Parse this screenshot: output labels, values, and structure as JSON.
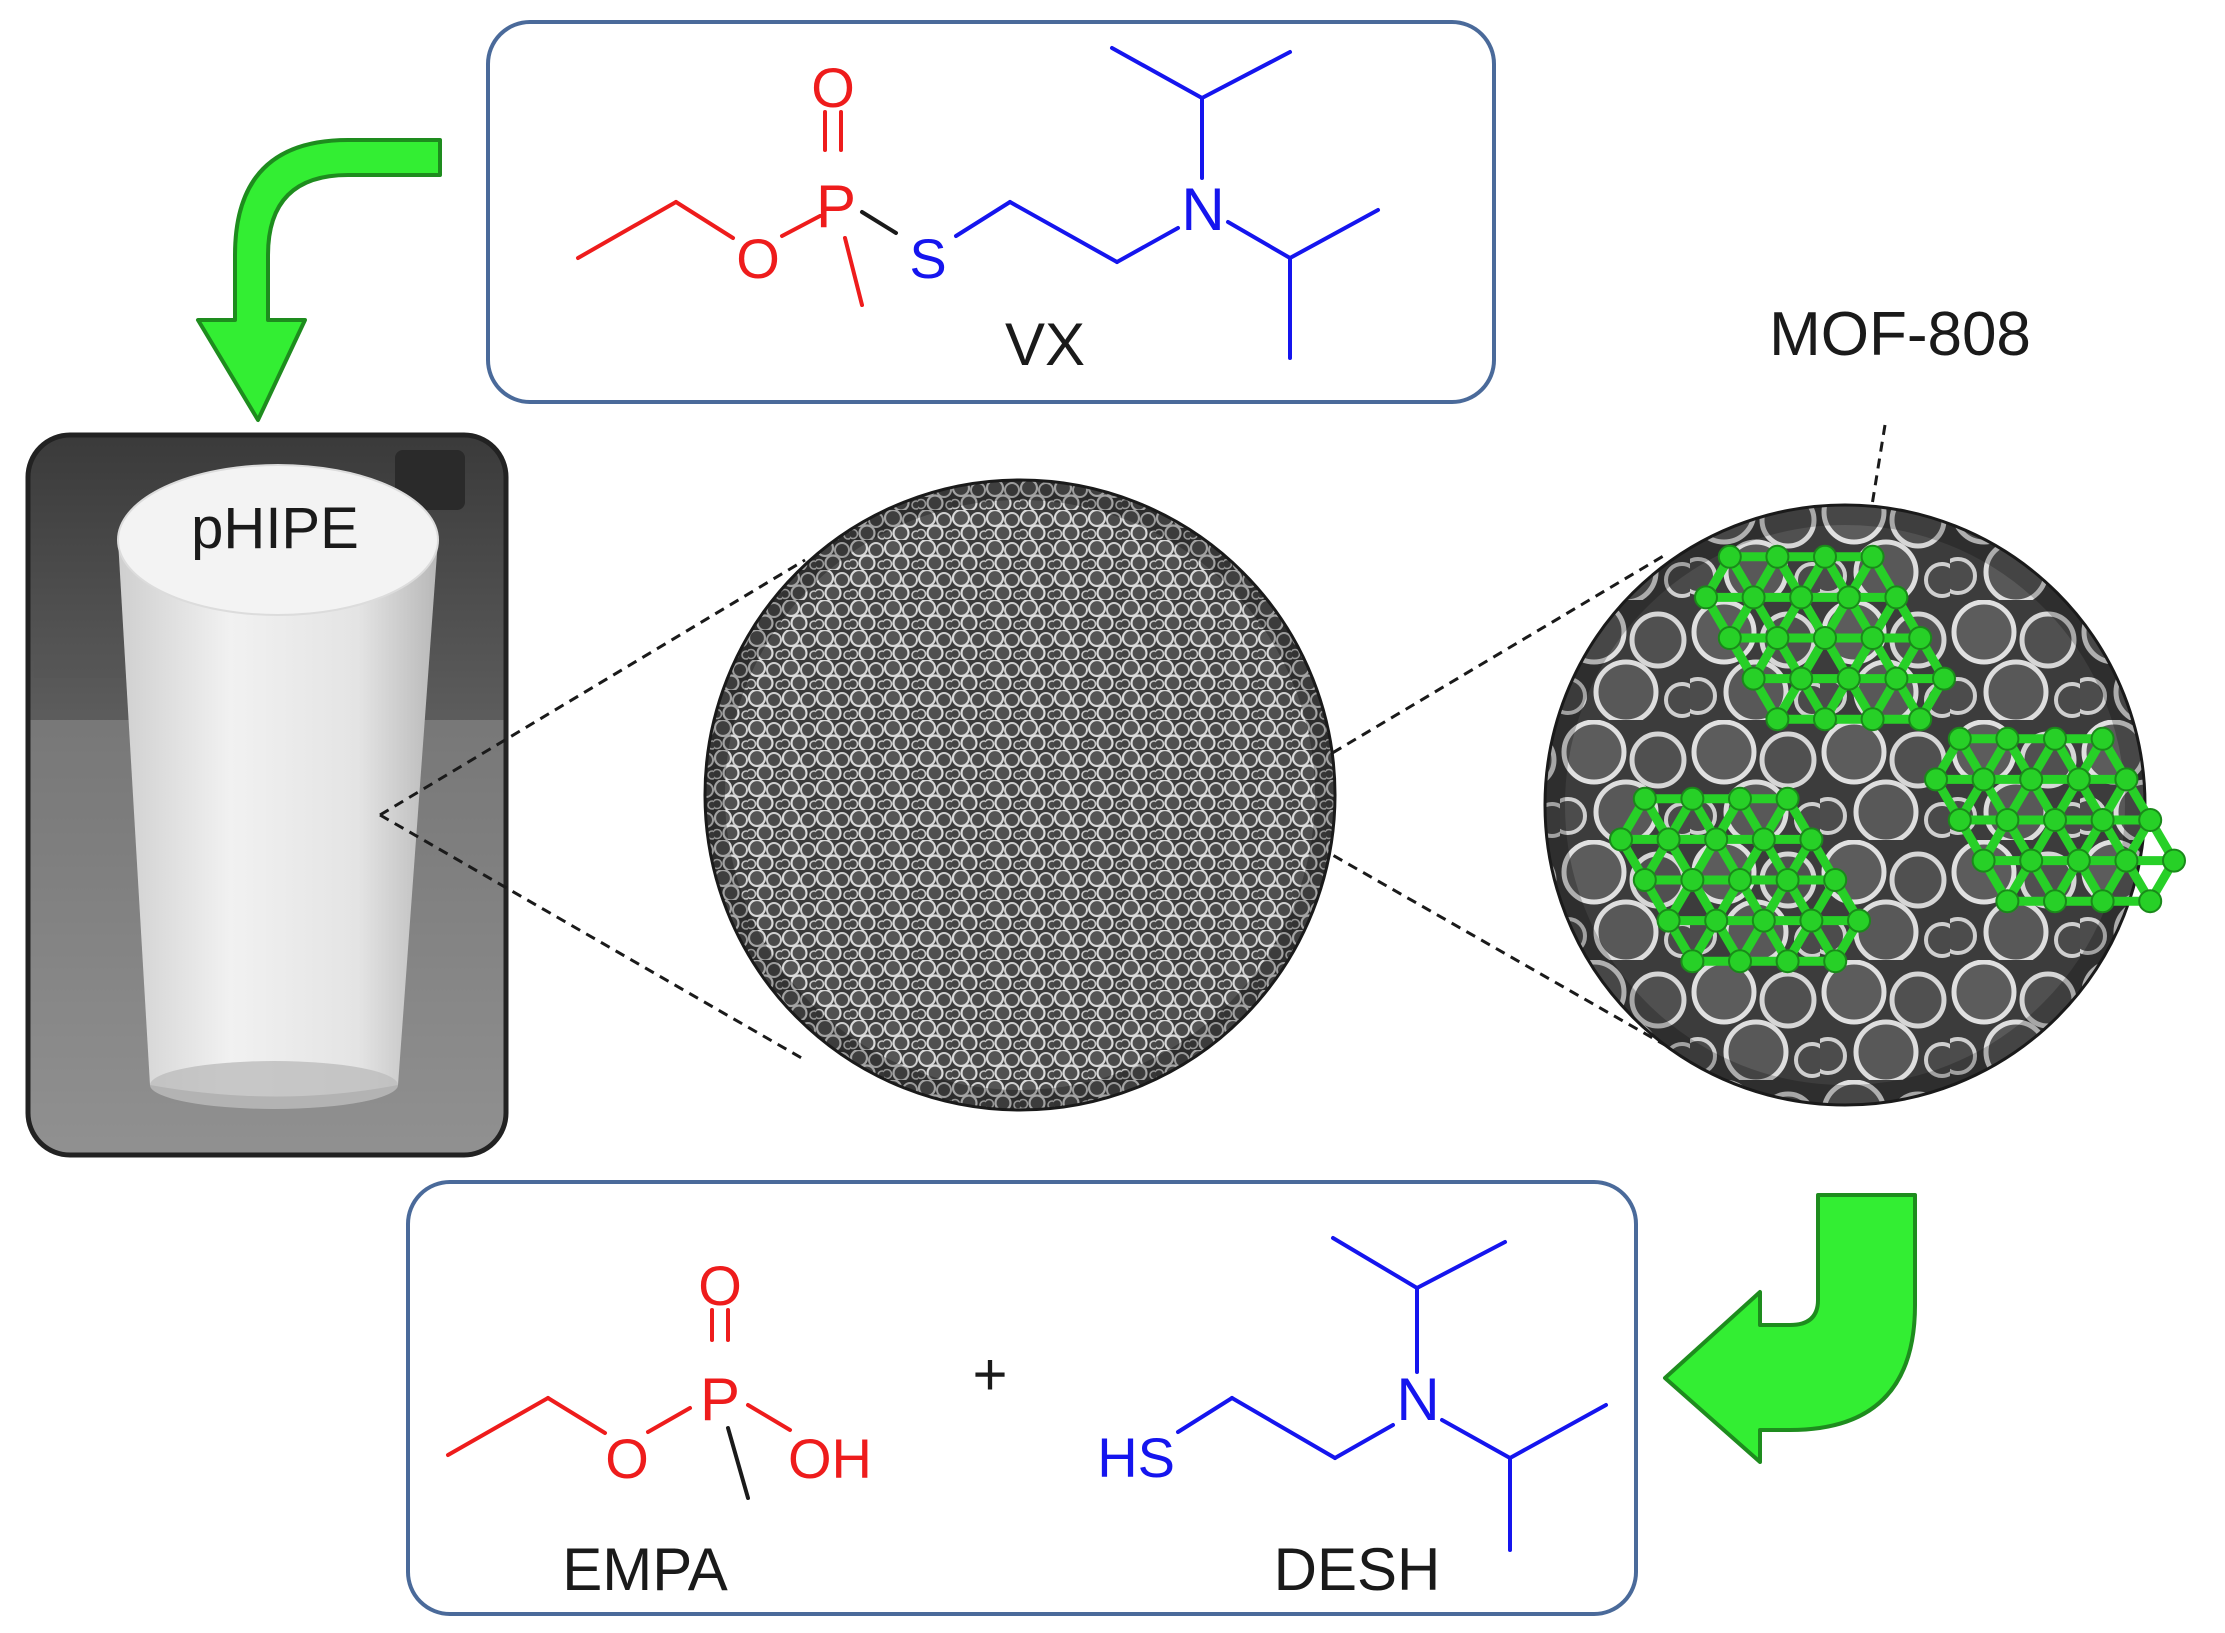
{
  "colors": {
    "box_border": "#4a6a9a",
    "red": "#ee1c1c",
    "blue": "#1515ee",
    "green_fill": "#33ee33",
    "green_stroke": "#1e8c1e",
    "mof_green": "#27d027",
    "text": "#1a1a1a"
  },
  "icons": {
    "arrow_top": "curved-arrow-down-icon",
    "arrow_bottom": "curved-arrow-left-icon"
  },
  "top_box": {
    "molecule_name": "VX",
    "atoms": {
      "O_double": "O",
      "P": "P",
      "O_ester": "O",
      "S": "S",
      "N": "N"
    }
  },
  "photo": {
    "label": "pHIPE"
  },
  "zoom_right": {
    "label": "MOF-808"
  },
  "bottom_box": {
    "plus": "+",
    "left_molecule": {
      "name": "EMPA",
      "atoms": {
        "O_double": "O",
        "P": "P",
        "O_ester": "O",
        "OH": "OH"
      }
    },
    "right_molecule": {
      "name": "DESH",
      "atoms": {
        "HS": "HS",
        "N": "N"
      }
    }
  }
}
